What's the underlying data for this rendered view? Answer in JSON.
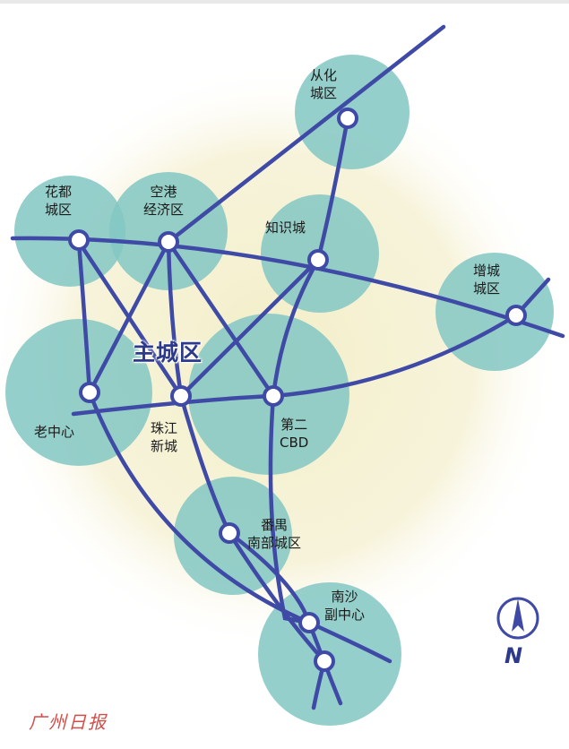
{
  "map": {
    "zone_label": "主城区",
    "places": [
      {
        "id": "conghua",
        "lines": [
          "从化",
          "城区"
        ]
      },
      {
        "id": "huadu",
        "lines": [
          "花都",
          "城区"
        ]
      },
      {
        "id": "konggang",
        "lines": [
          "空港",
          "经济区"
        ]
      },
      {
        "id": "zhishicheng",
        "lines": [
          "知识城"
        ]
      },
      {
        "id": "zengcheng",
        "lines": [
          "增城",
          "城区"
        ]
      },
      {
        "id": "laozhongxin",
        "lines": [
          "老中心"
        ]
      },
      {
        "id": "zhujiang",
        "lines": [
          "珠江",
          "新城"
        ]
      },
      {
        "id": "cbd2",
        "lines": [
          "第二",
          "CBD"
        ]
      },
      {
        "id": "panyu",
        "lines": [
          "番禺",
          "南部城区"
        ]
      },
      {
        "id": "nansha",
        "lines": [
          "南沙",
          "副中心"
        ]
      }
    ],
    "compass_label": "N",
    "watermark": "广州日报"
  },
  "colors": {
    "route": "#3f4aa6",
    "circle": "#7ec4c1",
    "halo": "#f2eecb"
  }
}
